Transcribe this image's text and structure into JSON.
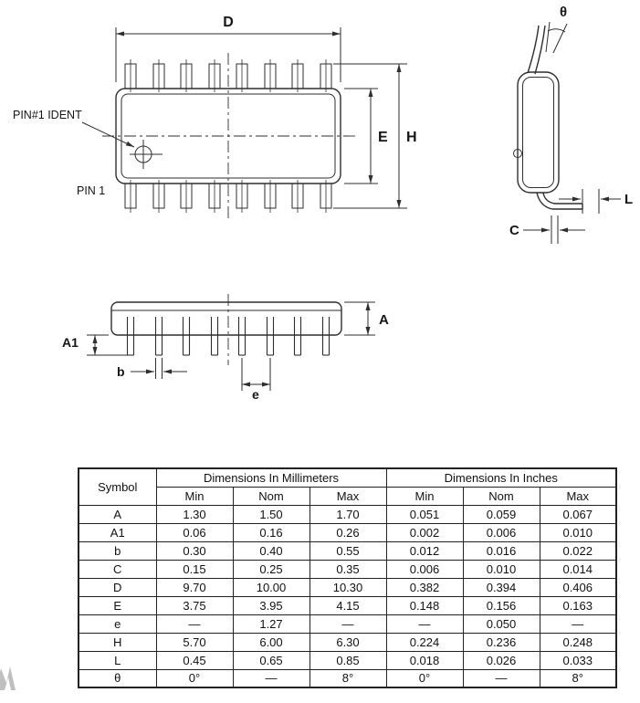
{
  "drawing": {
    "top_view": {
      "pin1_ident_label": "PIN#1 IDENT",
      "pin1_label": "PIN 1",
      "dim_d": "D",
      "dim_e": "E",
      "dim_h": "H"
    },
    "side_view": {
      "dim_theta": "θ",
      "dim_l": "L",
      "dim_c": "C"
    },
    "front_view": {
      "dim_a": "A",
      "dim_a1": "A1",
      "dim_b": "b",
      "dim_e": "e"
    }
  },
  "table": {
    "symbol_header": "Symbol",
    "group_headers": [
      "Dimensions In Millimeters",
      "Dimensions In Inches"
    ],
    "sub_headers": [
      "Min",
      "Nom",
      "Max",
      "Min",
      "Nom",
      "Max"
    ],
    "rows": [
      {
        "symbol": "A",
        "values": [
          "1.30",
          "1.50",
          "1.70",
          "0.051",
          "0.059",
          "0.067"
        ]
      },
      {
        "symbol": "A1",
        "values": [
          "0.06",
          "0.16",
          "0.26",
          "0.002",
          "0.006",
          "0.010"
        ]
      },
      {
        "symbol": "b",
        "values": [
          "0.30",
          "0.40",
          "0.55",
          "0.012",
          "0.016",
          "0.022"
        ]
      },
      {
        "symbol": "C",
        "values": [
          "0.15",
          "0.25",
          "0.35",
          "0.006",
          "0.010",
          "0.014"
        ]
      },
      {
        "symbol": "D",
        "values": [
          "9.70",
          "10.00",
          "10.30",
          "0.382",
          "0.394",
          "0.406"
        ]
      },
      {
        "symbol": "E",
        "values": [
          "3.75",
          "3.95",
          "4.15",
          "0.148",
          "0.156",
          "0.163"
        ]
      },
      {
        "symbol": "e",
        "values": [
          "—",
          "1.27",
          "—",
          "—",
          "0.050",
          "—"
        ]
      },
      {
        "symbol": "H",
        "values": [
          "5.70",
          "6.00",
          "6.30",
          "0.224",
          "0.236",
          "0.248"
        ]
      },
      {
        "symbol": "L",
        "values": [
          "0.45",
          "0.65",
          "0.85",
          "0.018",
          "0.026",
          "0.033"
        ]
      },
      {
        "symbol": "θ",
        "values": [
          "0°",
          "—",
          "8°",
          "0°",
          "—",
          "8°"
        ]
      }
    ]
  }
}
